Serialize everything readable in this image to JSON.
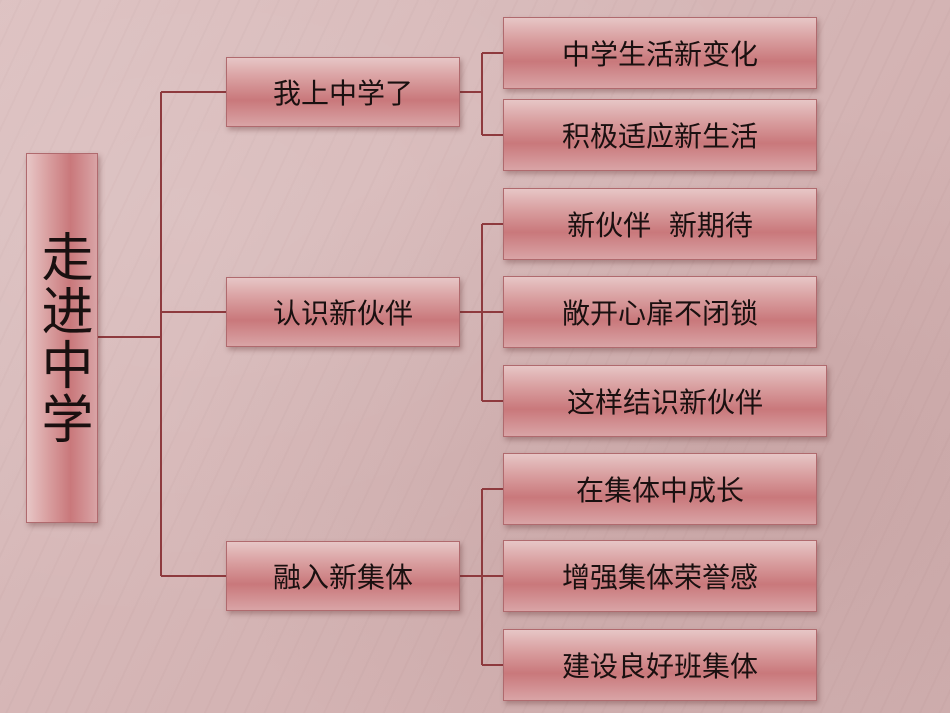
{
  "diagram": {
    "root": {
      "label": "走进中学"
    },
    "branches": [
      {
        "label": "我上中学了",
        "children": [
          "中学生活新变化",
          "积极适应新生活"
        ]
      },
      {
        "label": "认识新伙伴",
        "children": [
          "新伙伴  新期待",
          "敞开心扉不闭锁",
          "这样结识新伙伴"
        ]
      },
      {
        "label": "融入新集体",
        "children": [
          "在集体中成长",
          "增强集体荣誉感",
          "建设良好班集体"
        ]
      }
    ]
  },
  "colors": {
    "connector": "#8e3a3e",
    "node_mid": "#c9787b",
    "background": "#d6b7b7"
  }
}
